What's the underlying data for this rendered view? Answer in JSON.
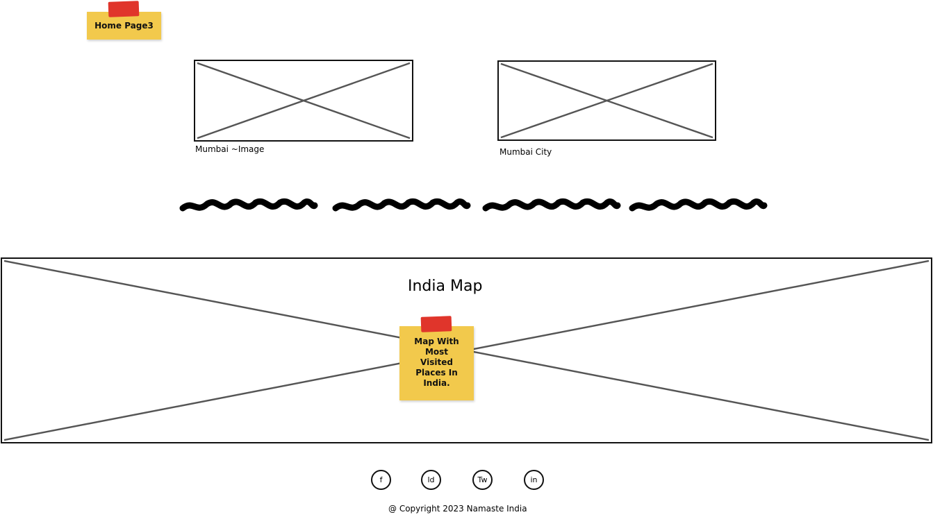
{
  "page_note": {
    "label": "Home Page3"
  },
  "gallery": [
    {
      "caption": "Mumbai ~Image",
      "icon": "image-placeholder-icon"
    },
    {
      "caption": "Mumbai City",
      "icon": "image-placeholder-icon"
    }
  ],
  "scribbles": {
    "count": 4,
    "color": "#000000"
  },
  "map": {
    "title": "India Map",
    "note": "Map With Most Visited Places In India."
  },
  "footer": {
    "social": [
      {
        "label": "f",
        "icon": "facebook-icon"
      },
      {
        "label": "ld",
        "icon": "linkedin-icon"
      },
      {
        "label": "Tw",
        "icon": "twitter-icon"
      },
      {
        "label": "in",
        "icon": "instagram-icon"
      }
    ],
    "copyright": "@ Copyright 2023 Namaste India"
  },
  "colors": {
    "sticky": "#f2c94c",
    "tape": "#e0352b",
    "line": "#555555"
  }
}
